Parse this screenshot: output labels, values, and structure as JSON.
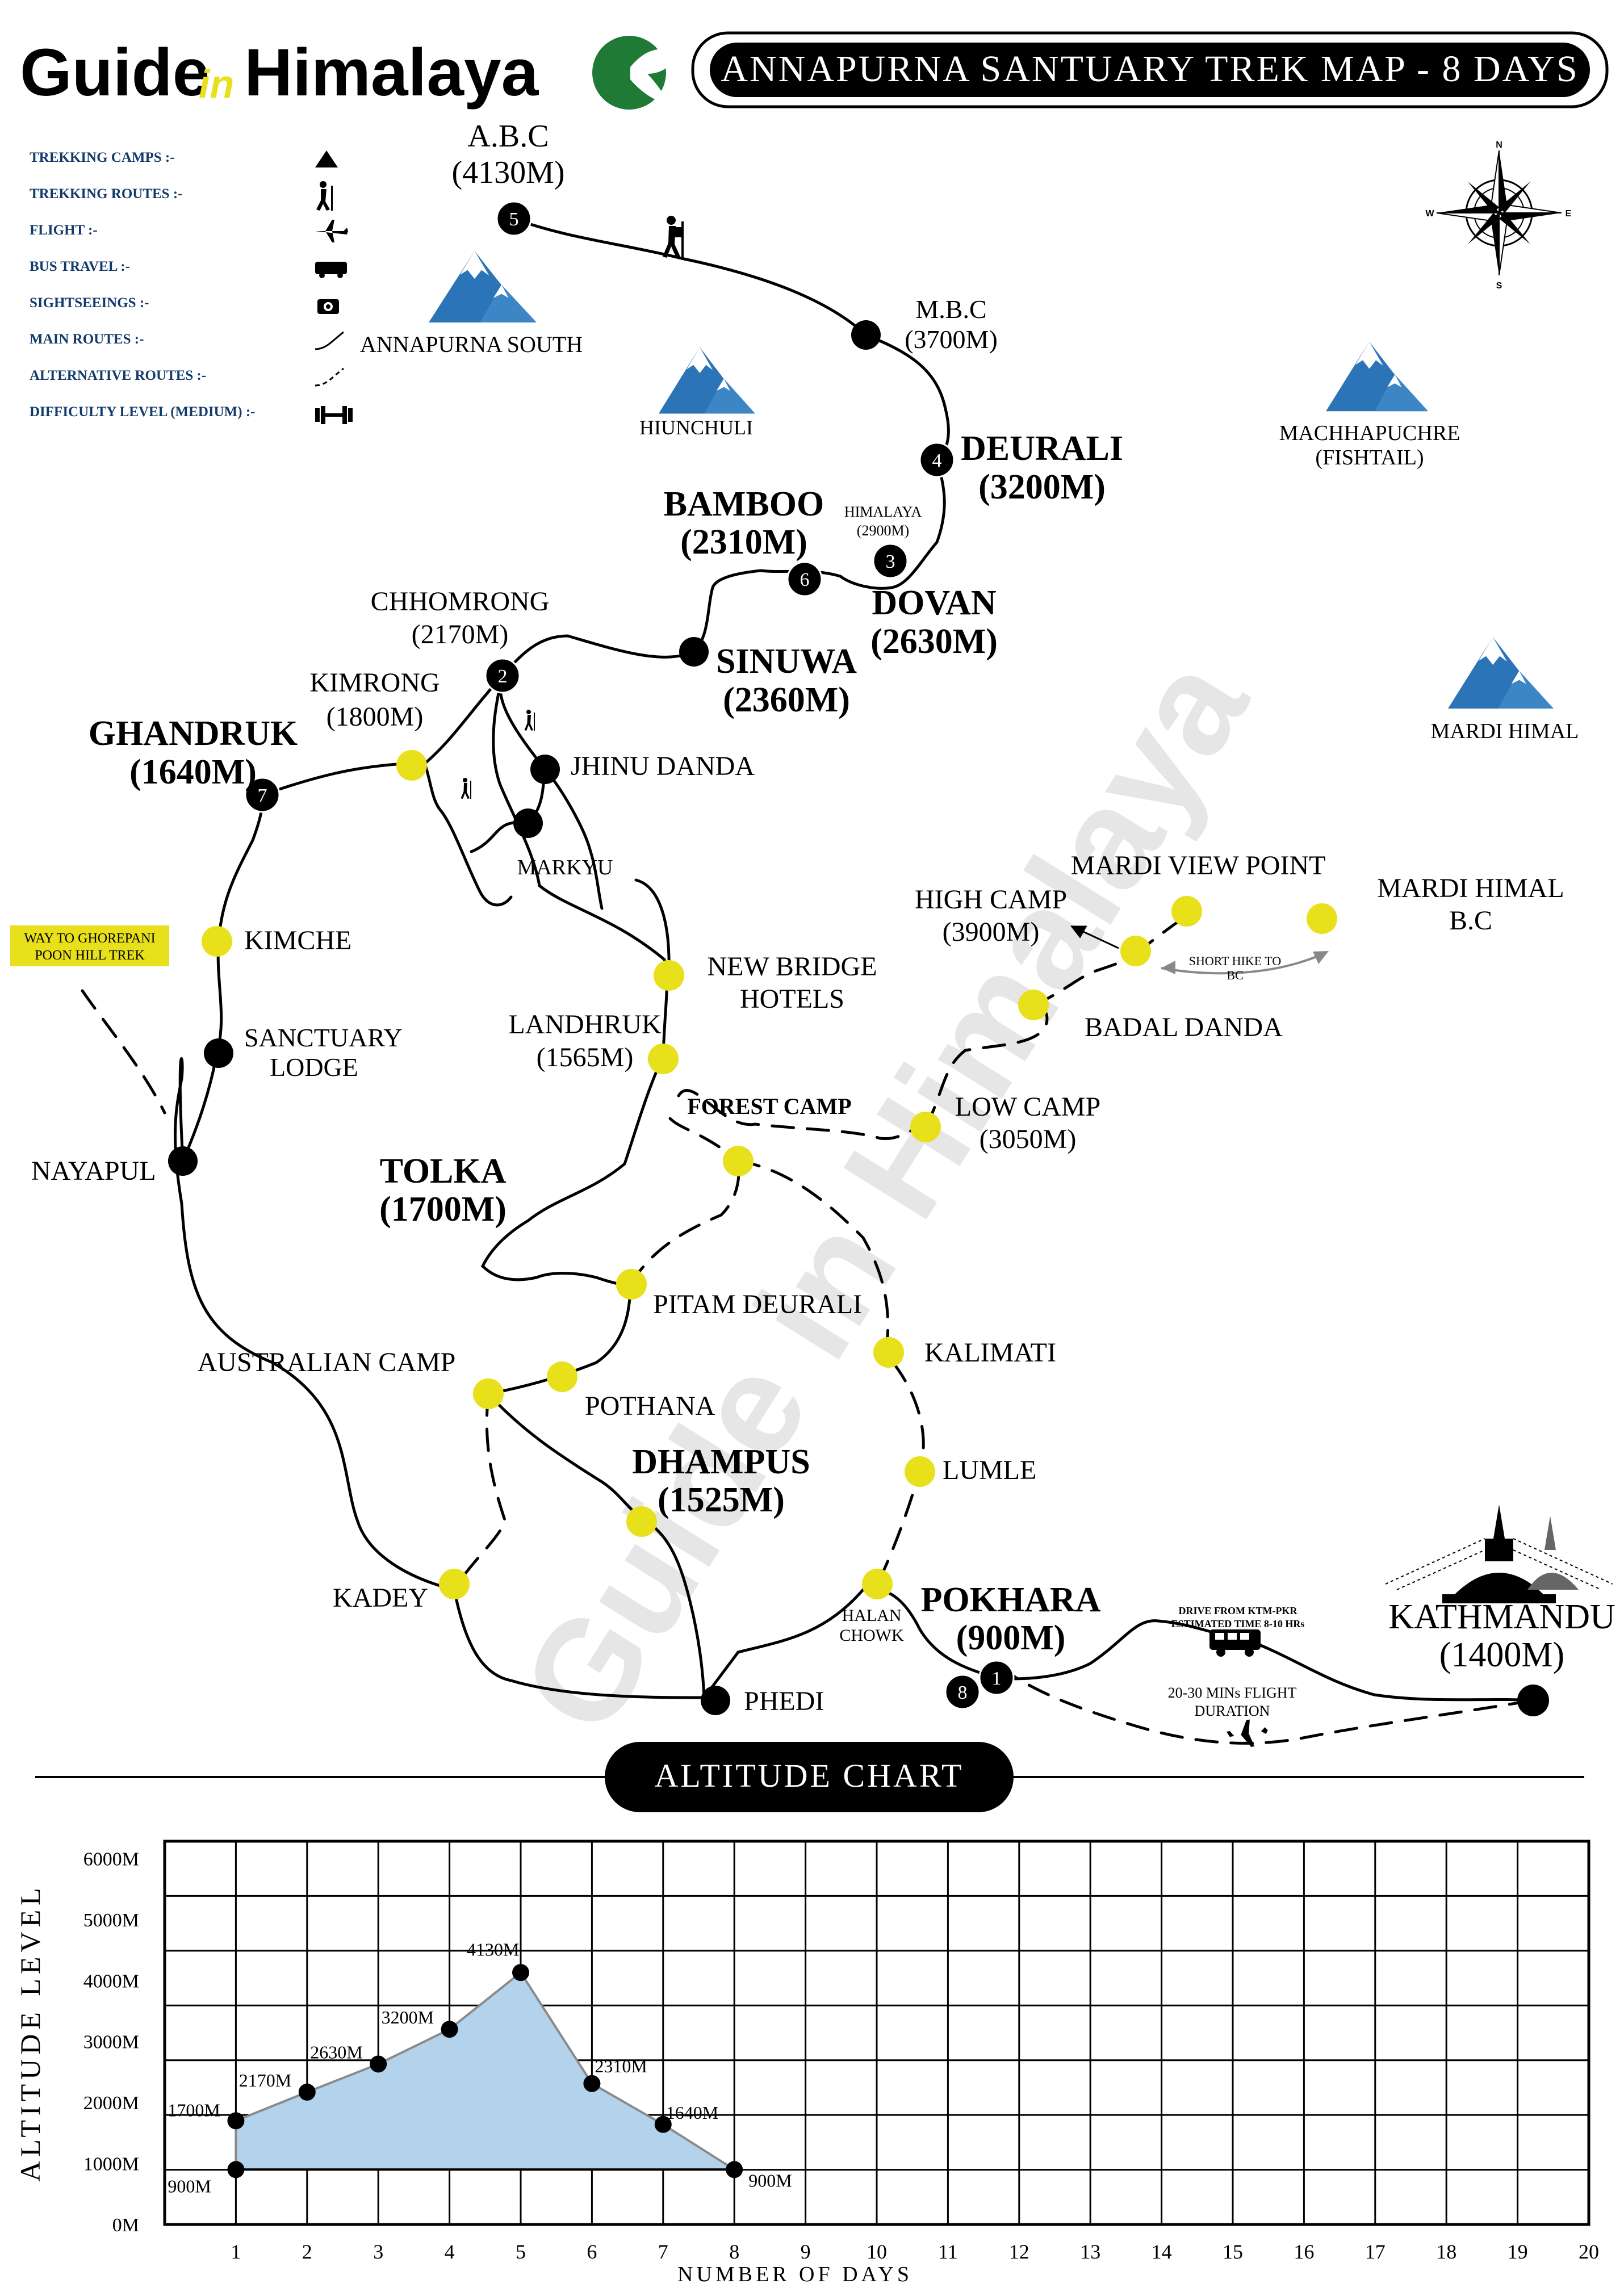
{
  "brand": {
    "guide": "Guide",
    "in": "in",
    "himalaya": "Himalaya",
    "watermark": "Guide in Himalaya",
    "logo_color": "#1e7a34",
    "in_color": "#e8e01a"
  },
  "title": "ANNAPURNA SANTUARY TREK MAP - 8 DAYS",
  "legend": [
    {
      "label": "TREKKING CAMPS :-",
      "icon": "camp-icon"
    },
    {
      "label": "TREKKING ROUTES :-",
      "icon": "hiker-icon"
    },
    {
      "label": "FLIGHT :-",
      "icon": "airplane-icon"
    },
    {
      "label": "BUS TRAVEL :-",
      "icon": "bus-icon"
    },
    {
      "label": "SIGHTSEEINGS :-",
      "icon": "camera-icon"
    },
    {
      "label": "MAIN ROUTES :-",
      "icon": "solid-route-icon"
    },
    {
      "label": "ALTERNATIVE ROUTES :-",
      "icon": "dashed-route-icon"
    },
    {
      "label": "DIFFICULTY LEVEL (MEDIUM) :-",
      "icon": "dumbbell-icon"
    }
  ],
  "compass": {
    "n": "N",
    "s": "S",
    "e": "E",
    "w": "W"
  },
  "mountains": {
    "annapurna_south": "ANNAPURNA SOUTH",
    "hiunchuli": "HIUNCHULI",
    "machhapuchre": "MACHHAPUCHRE",
    "fishtail": "(FISHTAIL)",
    "mardi_himal": "MARDI HIMAL"
  },
  "places": {
    "abc": "A.B.C",
    "abc_alt": "(4130M)",
    "mbc": "M.B.C",
    "mbc_alt": "(3700M)",
    "deurali": "DEURALI",
    "deurali_alt": "(3200M)",
    "himalaya": "HIMALAYA",
    "himalaya_alt": "(2900M)",
    "bamboo": "BAMBOO",
    "bamboo_alt": "(2310M)",
    "dovan": "DOVAN",
    "dovan_alt": "(2630M)",
    "chhomrong": "CHHOMRONG",
    "chhomrong_alt": "(2170M)",
    "sinuwa": "SINUWA",
    "sinuwa_alt": "(2360M)",
    "kimrong": "KIMRONG",
    "kimrong_alt": "(1800M)",
    "ghandruk": "GHANDRUK",
    "ghandruk_alt": "(1640M)",
    "jhinu": "JHINU DANDA",
    "markyu": "MARKYU",
    "kimche": "KIMCHE",
    "ghorepani_1": "WAY TO GHOREPANI",
    "ghorepani_2": "POON HILL TREK",
    "sanctuary_1": "SANCTUARY",
    "sanctuary_2": "LODGE",
    "nayapul": "NAYAPUL",
    "new_bridge_1": "NEW BRIDGE",
    "new_bridge_2": "HOTELS",
    "landhruk": "LANDHRUK",
    "landhruk_alt": "(1565M)",
    "high_camp": "HIGH CAMP",
    "high_camp_alt": "(3900M)",
    "mardi_view": "MARDI VIEW POINT",
    "mardi_bc_1": "MARDI HIMAL",
    "mardi_bc_2": "B.C",
    "short_hike_1": "SHORT HIKE TO",
    "short_hike_2": "BC",
    "badal_danda": "BADAL DANDA",
    "low_camp": "LOW CAMP",
    "low_camp_alt": "(3050M)",
    "forest_camp": "FOREST CAMP",
    "tolka": "TOLKA",
    "tolka_alt": "(1700M)",
    "pitam_deurali": "PITAM DEURALI",
    "kalimati": "KALIMATI",
    "australian_camp": "AUSTRALIAN CAMP",
    "pothana": "POTHANA",
    "dhampus": "DHAMPUS",
    "dhampus_alt": "(1525M)",
    "lumle": "LUMLE",
    "kadey": "KADEY",
    "halan_1": "HALAN",
    "halan_2": "CHOWK",
    "pokhara": "POKHARA",
    "pokhara_alt": "(900M)",
    "phedi": "PHEDI",
    "kathmandu": "KATHMANDU",
    "kathmandu_alt": "(1400M)",
    "drive_1": "DRIVE FROM KTM-PKR",
    "drive_2": "ESTIMATED TIME 8-10 HRs",
    "flight_1": "20-30 MINs FLIGHT",
    "flight_2": "DURATION"
  },
  "day_markers": [
    "1",
    "2",
    "3",
    "4",
    "5",
    "6",
    "7",
    "8"
  ],
  "colors": {
    "camp_yellow": "#e8e01a",
    "mountain_blue": "#2c74b8",
    "chart_fill": "#b3d3ec"
  },
  "altitude_chart": {
    "title": "ALTITUDE CHART",
    "ylabel": "ALTITUDE LEVEL",
    "xlabel": "NUMBER OF DAYS"
  },
  "chart_data": {
    "type": "area",
    "title": "ALTITUDE CHART",
    "xlabel": "NUMBER OF DAYS",
    "ylabel": "ALTITUDE LEVEL",
    "xlim": [
      0,
      20
    ],
    "ylim": [
      0,
      6000
    ],
    "x_ticks": [
      "1",
      "2",
      "3",
      "4",
      "5",
      "6",
      "7",
      "8",
      "9",
      "10",
      "11",
      "12",
      "13",
      "14",
      "15",
      "16",
      "17",
      "18",
      "19",
      "20"
    ],
    "y_ticks": [
      "0M",
      "1000M",
      "2000M",
      "3000M",
      "4000M",
      "5000M",
      "6000M"
    ],
    "grid": true,
    "points": [
      {
        "x": 1,
        "y": 900,
        "label": "900M"
      },
      {
        "x": 1,
        "y": 1700,
        "label": "1700M"
      },
      {
        "x": 2,
        "y": 2170,
        "label": "2170M"
      },
      {
        "x": 3,
        "y": 2630,
        "label": "2630M"
      },
      {
        "x": 4,
        "y": 3200,
        "label": "3200M"
      },
      {
        "x": 5,
        "y": 4130,
        "label": "4130M"
      },
      {
        "x": 6,
        "y": 2310,
        "label": "2310M"
      },
      {
        "x": 7,
        "y": 1640,
        "label": "1640M"
      },
      {
        "x": 8,
        "y": 900,
        "label": "900M"
      }
    ]
  }
}
